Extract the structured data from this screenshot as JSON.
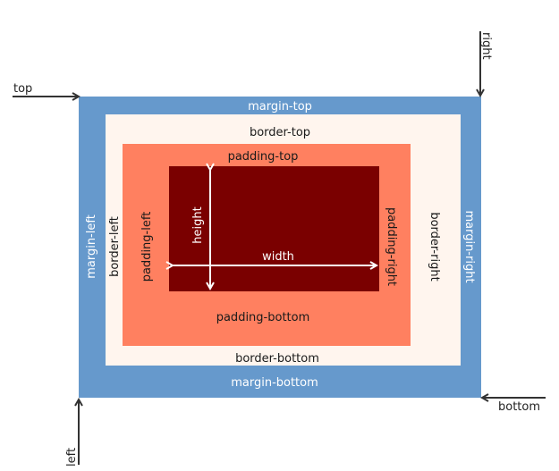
{
  "colors": {
    "margin": "#6699cc",
    "border": "#fff5ee",
    "padding": "#ff8060",
    "content": "#7a0000",
    "arrow_outer": "#333333",
    "arrow_inner": "#ffffff"
  },
  "labels": {
    "margin_top": "margin-top",
    "margin_bottom": "margin-bottom",
    "margin_left": "margin-left",
    "margin_right": "margin-right",
    "border_top": "border-top",
    "border_bottom": "border-bottom",
    "border_left": "border-left",
    "border_right": "border-right",
    "padding_top": "padding-top",
    "padding_bottom": "padding-bottom",
    "padding_left": "padding-left",
    "padding_right": "padding-right",
    "width": "width",
    "height": "height",
    "top": "top",
    "bottom": "bottom",
    "left": "left",
    "right": "right"
  }
}
